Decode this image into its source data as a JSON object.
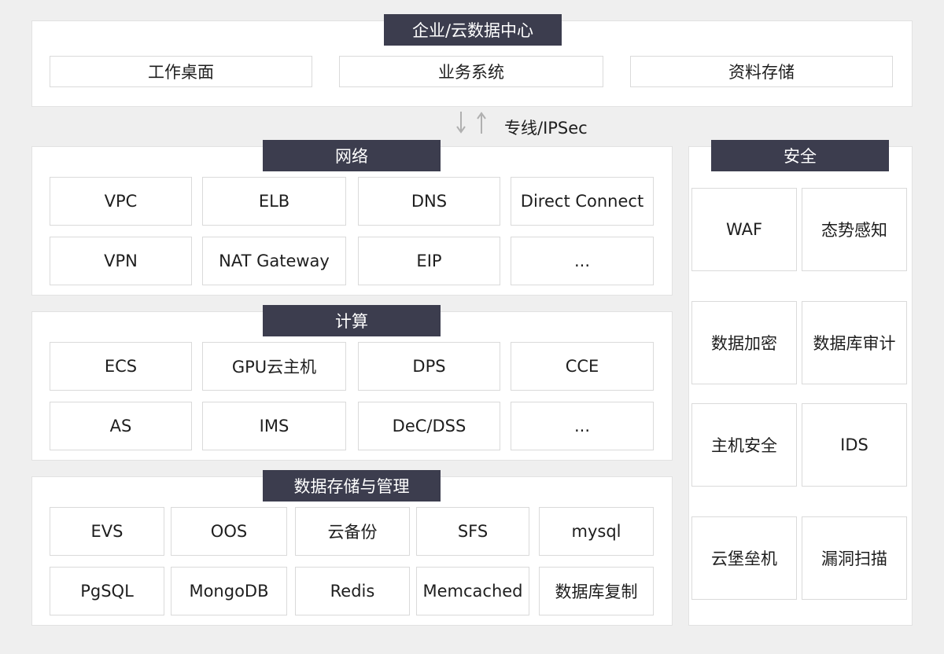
{
  "datacenter": {
    "title": "企业/云数据中心",
    "items": [
      "工作桌面",
      "业务系统",
      "资料存储"
    ]
  },
  "connection": {
    "label": "专线/IPSec",
    "arrow_color": "#b0b0b0"
  },
  "network": {
    "title": "网络",
    "items": [
      "VPC",
      "ELB",
      "DNS",
      "Direct Connect",
      "VPN",
      "NAT Gateway",
      "EIP",
      "..."
    ]
  },
  "compute": {
    "title": "计算",
    "items": [
      "ECS",
      "GPU云主机",
      "DPS",
      "CCE",
      "AS",
      "IMS",
      "DeC/DSS",
      "..."
    ]
  },
  "storage": {
    "title": "数据存储与管理",
    "items": [
      "EVS",
      "OOS",
      "云备份",
      "SFS",
      "mysql",
      "PgSQL",
      "MongoDB",
      "Redis",
      "Memcached",
      "数据库复制"
    ]
  },
  "security": {
    "title": "安全",
    "items": [
      "WAF",
      "态势感知",
      "数据加密",
      "数据库审计",
      "主机安全",
      "IDS",
      "云堡垒机",
      "漏洞扫描"
    ]
  },
  "colors": {
    "background": "#efefef",
    "panel": "#ffffff",
    "header": "#3c3d4e",
    "header_text": "#ffffff",
    "cell_border": "#dadada"
  }
}
